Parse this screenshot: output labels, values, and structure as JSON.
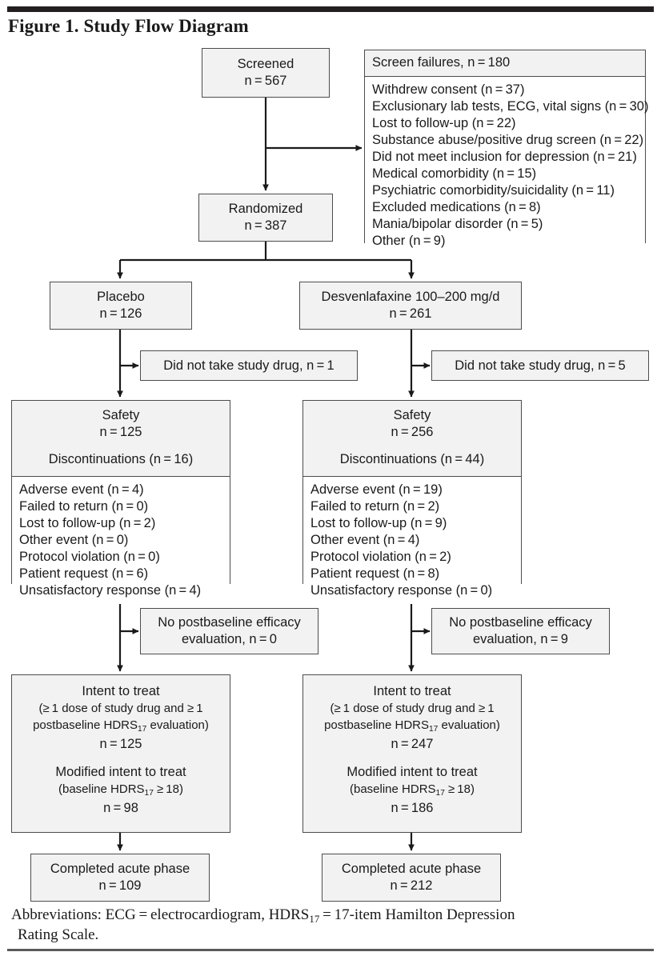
{
  "figure": {
    "title": "Figure 1. Study Flow Diagram",
    "footnote_line1": "Abbreviations: ECG = electrocardiogram, HDRS",
    "footnote_sub": "17",
    "footnote_line1b": " = 17-item Hamilton Depression",
    "footnote_line2": "Rating Scale."
  },
  "nodes": {
    "screened": {
      "label": "Screened",
      "n": "n = 567"
    },
    "randomized": {
      "label": "Randomized",
      "n": "n = 387"
    },
    "screen_failures": {
      "header": "Screen failures, n = 180",
      "items": [
        "Withdrew consent (n = 37)",
        "Exclusionary lab tests, ECG, vital signs (n = 30)",
        "Lost to follow-up (n = 22)",
        "Substance abuse/positive drug screen (n = 22)",
        "Did not meet inclusion for depression (n = 21)",
        "Medical comorbidity (n = 15)",
        "Psychiatric comorbidity/suicidality (n = 11)",
        "Excluded medications (n = 8)",
        "Mania/bipolar disorder (n = 5)",
        "Other (n = 9)"
      ]
    },
    "placebo": {
      "label": "Placebo",
      "n": "n = 126"
    },
    "active": {
      "label": "Desvenlafaxine 100–200 mg/d",
      "n": "n = 261"
    },
    "not_taken_left": {
      "label": "Did not take study drug, n = 1"
    },
    "not_taken_right": {
      "label": "Did not take study drug, n = 5"
    },
    "safety_left": {
      "label": "Safety",
      "n": "n = 125",
      "disc_header": "Discontinuations (n = 16)",
      "items": [
        "Adverse event (n = 4)",
        "Failed to return (n = 0)",
        "Lost to follow-up (n = 2)",
        "Other event (n = 0)",
        "Protocol violation (n = 0)",
        "Patient request (n = 6)",
        "Unsatisfactory response (n = 4)"
      ]
    },
    "safety_right": {
      "label": "Safety",
      "n": "n = 256",
      "disc_header": "Discontinuations (n = 44)",
      "items": [
        "Adverse event (n = 19)",
        "Failed to return (n = 2)",
        "Lost to follow-up (n = 9)",
        "Other event (n = 4)",
        "Protocol violation (n = 2)",
        "Patient request (n = 8)",
        "Unsatisfactory response (n = 0)"
      ]
    },
    "no_postbaseline_left": {
      "line1": "No postbaseline efficacy",
      "line2": "evaluation, n = 0"
    },
    "no_postbaseline_right": {
      "line1": "No postbaseline efficacy",
      "line2": "evaluation, n = 9"
    },
    "itt_left": {
      "itt_label": "Intent to treat",
      "itt_crit1": "(≥ 1 dose of study drug and ≥ 1",
      "itt_crit2_a": "postbaseline HDRS",
      "itt_crit2_sub": "17",
      "itt_crit2_b": " evaluation)",
      "itt_n": "n = 125",
      "mitt_label": "Modified intent to treat",
      "mitt_crit_a": "(baseline HDRS",
      "mitt_crit_sub": "17",
      "mitt_crit_b": " ≥ 18)",
      "mitt_n": "n = 98"
    },
    "itt_right": {
      "itt_label": "Intent to treat",
      "itt_crit1": "(≥ 1 dose of study drug and ≥ 1",
      "itt_crit2_a": "postbaseline HDRS",
      "itt_crit2_sub": "17",
      "itt_crit2_b": " evaluation)",
      "itt_n": "n = 247",
      "mitt_label": "Modified intent to treat",
      "mitt_crit_a": "(baseline HDRS",
      "mitt_crit_sub": "17",
      "mitt_crit_b": " ≥ 18)",
      "mitt_n": "n = 186"
    },
    "completed_left": {
      "label": "Completed acute phase",
      "n": "n = 109"
    },
    "completed_right": {
      "label": "Completed acute phase",
      "n": "n = 212"
    }
  },
  "colors": {
    "box_fill": "#f2f2f2",
    "box_fill_plain": "#ffffff",
    "border": "#4d4d4d",
    "rule": "#231f20",
    "text": "#1a1a1a"
  }
}
